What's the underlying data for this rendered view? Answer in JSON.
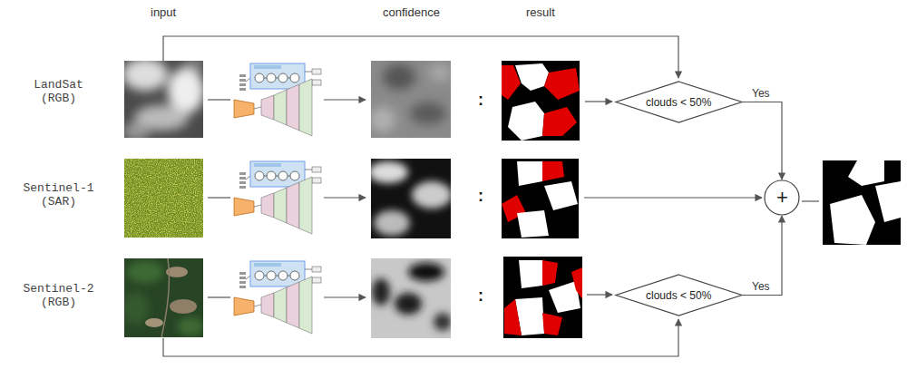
{
  "diagram": {
    "nodes": [
      {
        "text": [
          "clouds < 50%"
        ]
      },
      {
        "text": [
          "+"
        ]
      },
      {
        "text": [
          "clouds < 50%"
        ]
      }
    ],
    "edges": [
      {
        "from": 0,
        "to": 1,
        "label": "Yes",
        "arrow": "to"
      },
      {
        "from": 2,
        "to": 1,
        "label": "Yes",
        "arrow": "to"
      }
    ],
    "labels": [
      "input",
      "confidence",
      "result",
      "LandSat (RGB)",
      ":",
      "Sentinel-1 (SAR)",
      ":",
      "Sentinel-2 (RGB)",
      ":"
    ]
  }
}
